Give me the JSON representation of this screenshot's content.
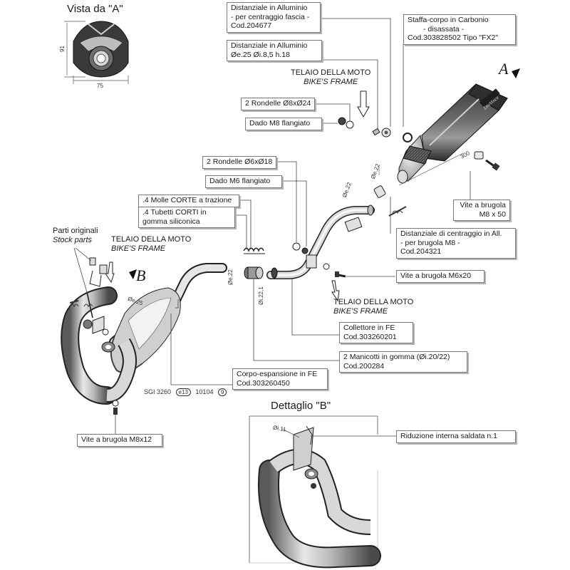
{
  "view_a": {
    "title": "Vista da \"A\"",
    "height_dim": "91",
    "width_dim": "75"
  },
  "detail_b": {
    "title": "Dettaglio \"B\""
  },
  "marker_a": "A",
  "marker_b": "B",
  "certification": {
    "part1": "SGI 3260",
    "part2": "e13",
    "part3": "10104",
    "part4": "9"
  },
  "dims": {
    "d_muffler": "Øe.22",
    "d_link": "Øe.22",
    "d_len300": "300",
    "d_b": "Øe.25",
    "d_i22": "Øe.22",
    "d_i221": "Øi.22,1",
    "d_detail": "Øi.11"
  },
  "labels": {
    "alu_spacer_band": [
      "Distanziale in Alluminio",
      "- per centraggio fascia -",
      "Cod.204677"
    ],
    "carbon_bracket": [
      "Staffa-corpo in Carbonio",
      "- disassata -",
      "Cod.303828502  Tipo \"FX2\""
    ],
    "alu_spacer": [
      "Distanziale in Alluminio",
      "Øe.25  Øi.8,5  h.18"
    ],
    "washers_8": [
      "2 Rondelle Ø8xØ24"
    ],
    "nut_m8": [
      "Dado M8 flangiato"
    ],
    "washers_6": [
      "2 Rondelle Ø6xØ18"
    ],
    "nut_m6": [
      "Dado M6 flangiato"
    ],
    "springs": [
      ".4 Molle CORTE a trazione"
    ],
    "silicone_tubes": [
      ".4 Tubetti CORTI in",
      "gomma siliconica"
    ],
    "screw_m8x50": [
      "Vite a brugola",
      "M8 x 50"
    ],
    "centering_spacer": [
      "Distanziale di centraggio in All.",
      "- per brugola M8 -",
      "Cod.204321"
    ],
    "screw_m6x20": [
      "Vite a brugola M6x20"
    ],
    "header": [
      "Collettore in FE",
      "Cod.303260201"
    ],
    "rubber_sleeves": [
      "2 Manicotti in gomma (Øi.20/22)",
      "Cod.200284"
    ],
    "body_expansion": [
      "Corpo-espansione in FE",
      "Cod.303260450"
    ],
    "screw_m8x12": [
      "Vite a brugola M8x12"
    ],
    "reduction": [
      "Riduzione interna saldata n.1"
    ]
  },
  "frame_top": [
    "TELAIO DELLA MOTO",
    "BIKE'S FRAME"
  ],
  "frame_mid": [
    "TELAIO DELLA MOTO",
    "BIKE'S FRAME"
  ],
  "frame_left": [
    "TELAIO DELLA MOTO",
    "BIKE'S FRAME"
  ],
  "stock_parts": [
    "Parti originali",
    "Stock parts"
  ]
}
